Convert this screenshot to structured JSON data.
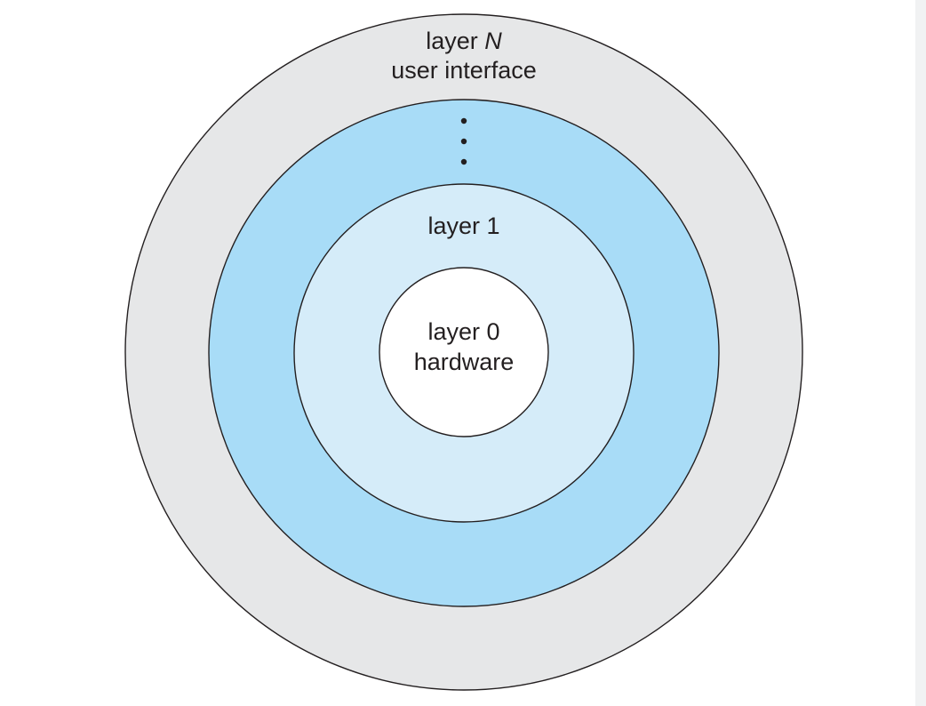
{
  "diagram": {
    "layers": [
      {
        "id": "layer-n",
        "title_prefix": "layer",
        "title_var": "N",
        "subtitle": "user interface",
        "fill": "#e6e7e8"
      },
      {
        "id": "layer-mid",
        "ellipsis": "⋮",
        "fill": "#a8dcf7"
      },
      {
        "id": "layer-1",
        "title": "layer 1",
        "fill": "#d5ecf9"
      },
      {
        "id": "layer-0",
        "title": "layer 0",
        "subtitle": "hardware",
        "fill": "#ffffff"
      }
    ]
  }
}
